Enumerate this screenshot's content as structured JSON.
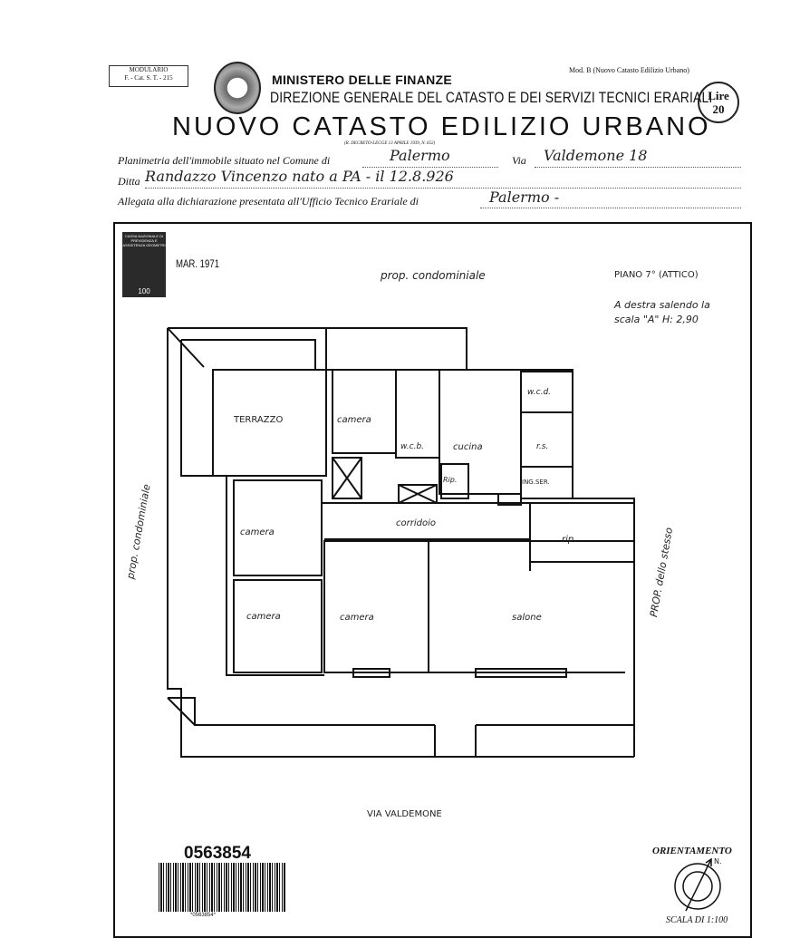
{
  "header": {
    "modulario_line1": "MODULARIO",
    "modulario_line2": "F. - Cat. S. T. - 215",
    "ministry": "MINISTERO DELLE FINANZE",
    "direction": "DIREZIONE GENERALE DEL CATASTO E DEI SERVIZI TECNICI ERARIALI",
    "title": "NUOVO CATASTO EDILIZIO URBANO",
    "decree": "(R. DECRETO-LEGGE 13 APRILE 1939, N. 652)",
    "model": "Mod. B (Nuovo Catasto Edilizio Urbano)",
    "stamp_duty_label": "Lire",
    "stamp_duty_value": "20"
  },
  "form": {
    "comune_label": "Planimetria dell'immobile situato nel Comune di",
    "comune_value": "Palermo",
    "via_label": "Via",
    "via_value": "Valdemone 18",
    "ditta_label": "Ditta",
    "ditta_value": "Randazzo Vincenzo nato a PA - il 12.8.926",
    "allegata_label": "Allegata alla dichiarazione presentata all'Ufficio Tecnico Erariale di",
    "allegata_value": "Palermo -"
  },
  "stamp": {
    "text": "CASSA NAZIONALE DI PREVIDENZA E ASSISTENZA GEOMETRI",
    "value": "100",
    "date": "MAR. 1971"
  },
  "plan": {
    "top_note": "prop. condominiale",
    "floor": "PIANO 7° (ATTICO)",
    "note_line1": "A destra salendo la",
    "note_line2": "scala \"A\" H: 2,90",
    "left_note": "prop. condominiale",
    "right_note": "PROP. dello stesso",
    "street": "VIA VALDEMONE",
    "rooms": {
      "terrazzo": "TERRAZZO",
      "camera_top": "camera",
      "wcb": "w.c.b.",
      "cucina": "cucina",
      "wcd": "w.c.d.",
      "rs": "r.s.",
      "ingser": "ING.SER.",
      "rip": "Rip.",
      "corridoio": "corridoio",
      "camera_left": "camera",
      "camera_lower_left": "camera",
      "camera_middle": "camera",
      "salone": "salone",
      "rip2": "rip."
    }
  },
  "footer": {
    "barcode_number": "0563854",
    "barcode_small": "*0563854*",
    "orientation_label": "ORIENTAMENTO",
    "north": "N.",
    "scale": "SCALA DI 1:100"
  }
}
